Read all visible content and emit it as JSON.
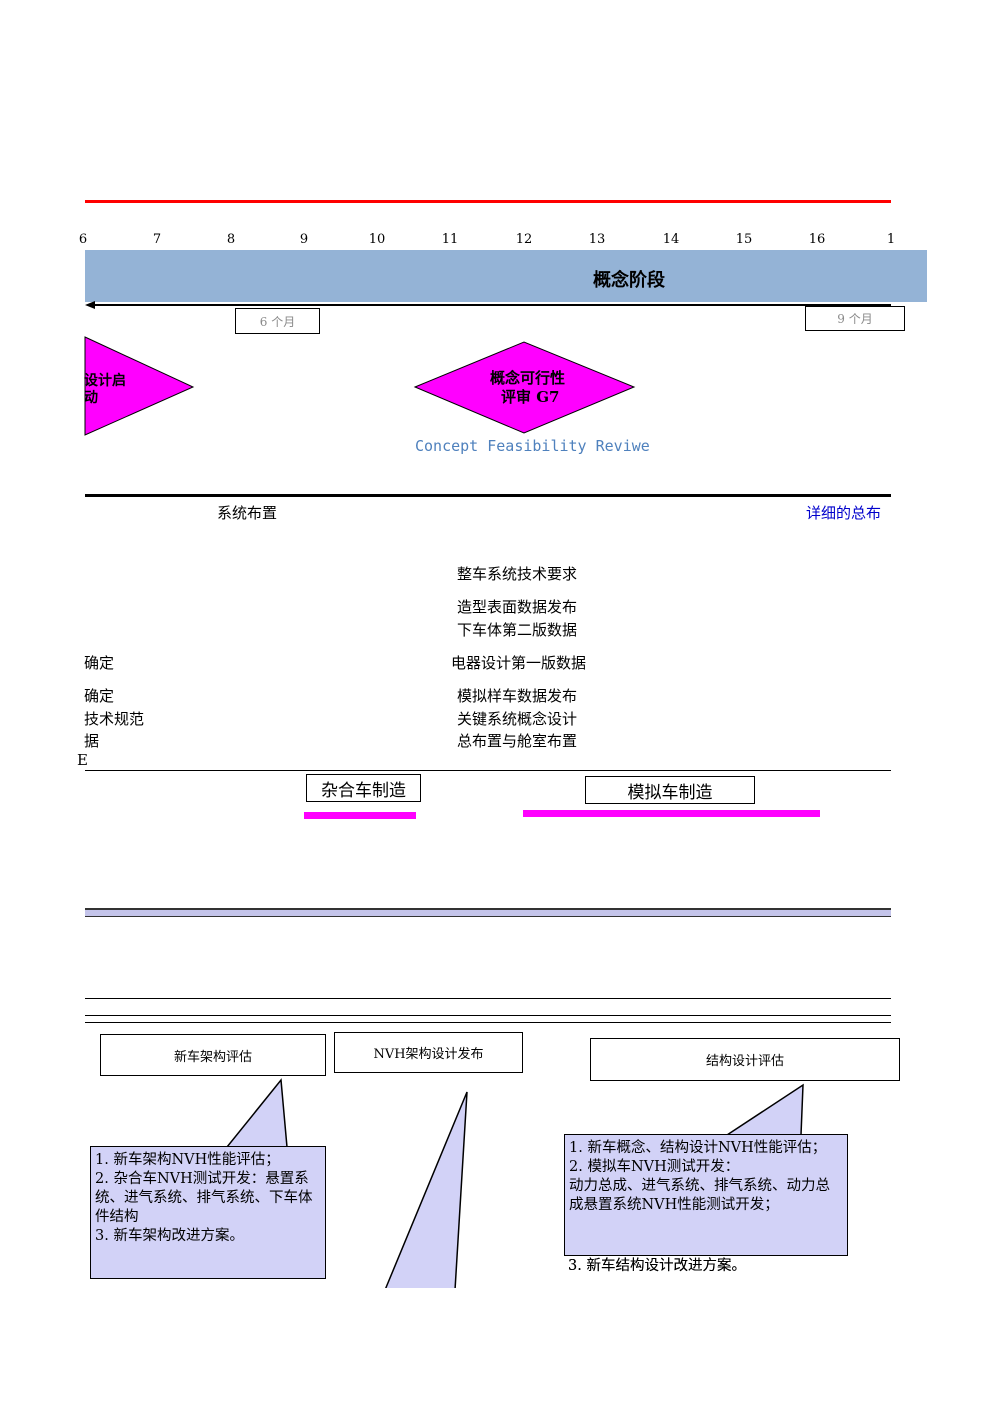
{
  "timeline": {
    "ticks": [
      "6",
      "7",
      "8",
      "9",
      "10",
      "11",
      "12",
      "13",
      "14",
      "15",
      "16",
      "1"
    ],
    "phase_label": "概念阶段",
    "duration_left": "6 个月",
    "duration_right": "9 个月"
  },
  "milestones": {
    "design_start_line1": "设计启",
    "design_start_line2": "动",
    "feasibility_line1": "概念可行性",
    "feasibility_line2": "评审 G7",
    "feasibility_english": "Concept Feasibility Reviwe"
  },
  "deliverables": {
    "system_layout": "系统布置",
    "detailed_layout": "详细的总布",
    "col_left": [
      "确定",
      "确定",
      "技术规范",
      "据",
      "E"
    ],
    "col_center": [
      "整车系统技术要求",
      "造型表面数据发布",
      "下车体第二版数据",
      "电器设计第一版数据",
      "模拟样车数据发布",
      "关键系统概念设计",
      "总布置与舱室布置"
    ]
  },
  "builds": {
    "hybrid": "杂合车制造",
    "simulator": "模拟车制造"
  },
  "nvh": {
    "box1": "新车架构评估",
    "box2": "NVH架构设计发布",
    "box3": "结构设计评估",
    "callout1": "1. 新车架构NVH性能评估；\n2. 杂合车NVH测试开发：悬置系统、进气系统、排气系统、下车体件结构\n3. 新车架构改进方案。",
    "callout3": "1. 新车概念、结构设计NVH性能评估；\n2. 模拟车NVH测试开发：\n   动力总成、进气系统、排气系统、动力总成悬置系统NVH性能测试开发；",
    "callout3_overflow": "3. 新车结构设计改进方案。"
  },
  "colors": {
    "red_rule": "#ff0000",
    "phase_bar": "#94b3d6",
    "milestone": "#ff00ff",
    "english_label": "#4f81bd",
    "link_text": "#0000cc",
    "callout_fill": "#d2d2f7"
  }
}
